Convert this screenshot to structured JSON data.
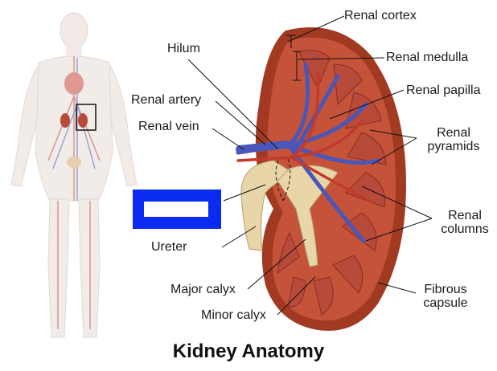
{
  "title": "Kidney Anatomy",
  "labels": {
    "renal_cortex": "Renal cortex",
    "renal_medulla": "Renal medulla",
    "renal_papilla": "Renal papilla",
    "renal_pyramids_1": "Renal",
    "renal_pyramids_2": "pyramids",
    "renal_columns_1": "Renal",
    "renal_columns_2": "columns",
    "fibrous_capsule_1": "Fibrous",
    "fibrous_capsule_2": "capsule",
    "hilum": "Hilum",
    "renal_artery": "Renal artery",
    "renal_vein": "Renal vein",
    "ureter": "Ureter",
    "major_calyx": "Major calyx",
    "minor_calyx": "Minor calyx"
  },
  "colors": {
    "hotspot_box": "#0a2cf0",
    "kidney_outer": "#a23a22",
    "kidney_cortex": "#c4533a",
    "pyramid": "#b84a3a",
    "vein": "#4a56b8",
    "ureter": "#e8d6a8"
  }
}
